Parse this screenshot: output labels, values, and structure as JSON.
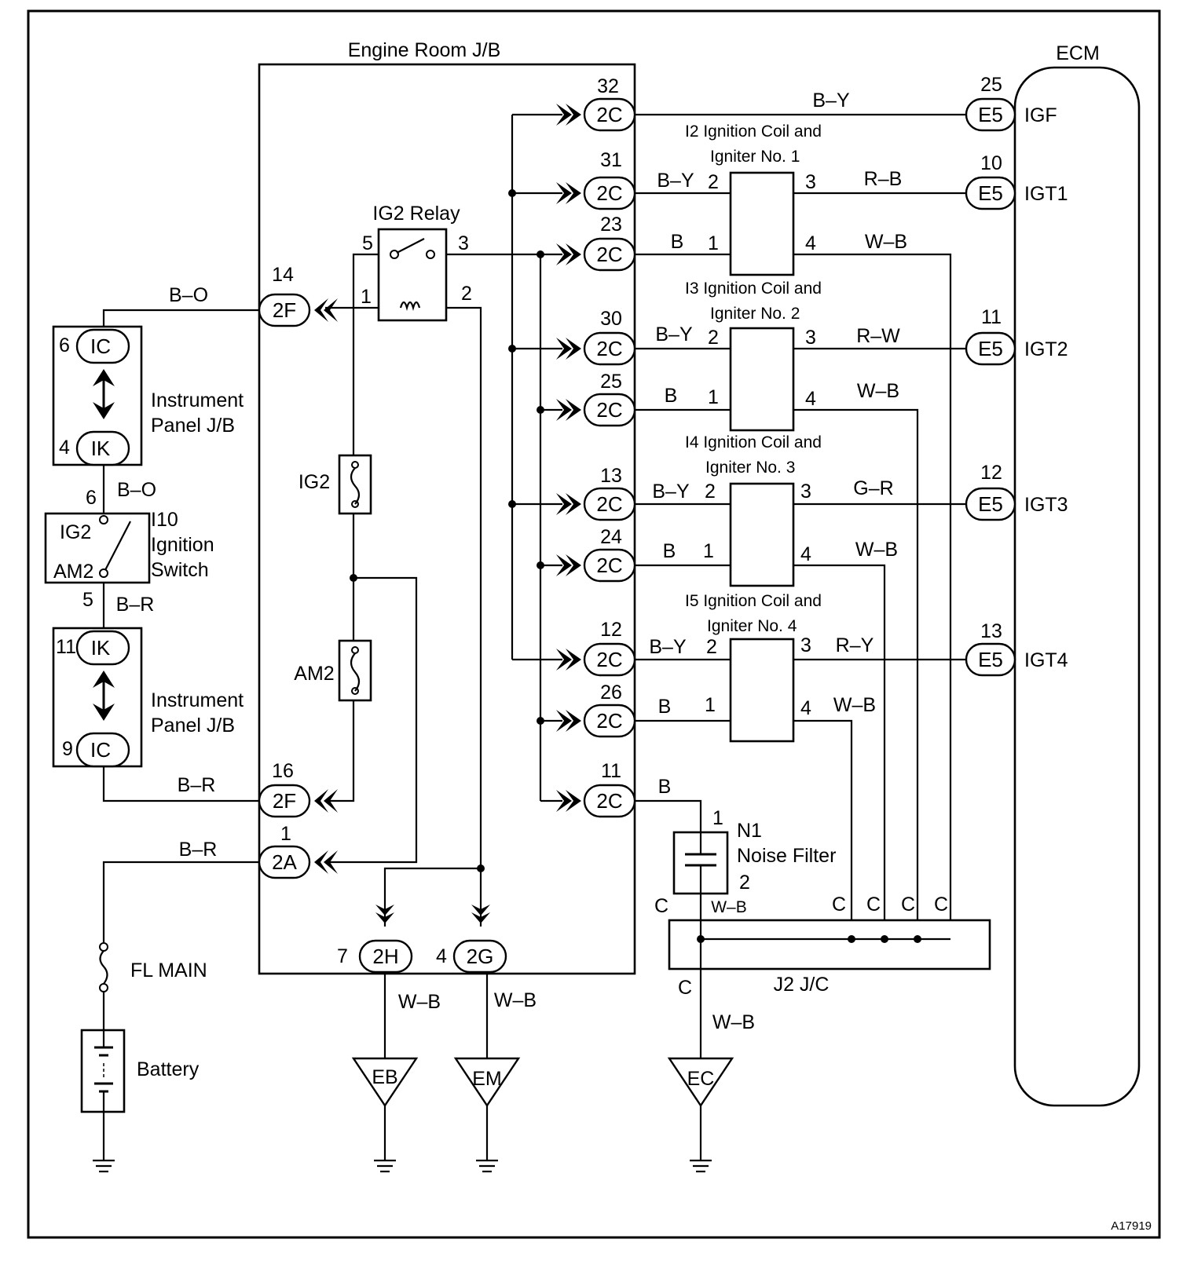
{
  "diagram_id": "A17919",
  "components": {
    "engine_room_jb": "Engine Room J/B",
    "ecm": "ECM",
    "ig2_relay": "IG2 Relay",
    "ig2_fuse": "IG2",
    "am2_fuse": "AM2",
    "instrument_panel_jb": [
      "Instrument",
      "Panel J/B"
    ],
    "ignition_switch": {
      "code": "I10",
      "lines": [
        "Ignition",
        "Switch"
      ],
      "ig2": "IG2",
      "am2": "AM2"
    },
    "fl_main": "FL MAIN",
    "battery": "Battery",
    "noise_filter": {
      "code": "N1",
      "name": "Noise Filter"
    },
    "j2_jc": "J2 J/C",
    "coils": [
      {
        "title": "I2  Ignition Coil and",
        "sub": "Igniter No. 1"
      },
      {
        "title": "I3  Ignition Coil and",
        "sub": "Igniter No. 2"
      },
      {
        "title": "I4  Ignition Coil and",
        "sub": "Igniter No. 3"
      },
      {
        "title": "I5  Ignition Coil and",
        "sub": "Igniter No. 4"
      }
    ]
  },
  "connectors": {
    "jb_2c": [
      {
        "pin": "32",
        "code": "2C"
      },
      {
        "pin": "31",
        "code": "2C"
      },
      {
        "pin": "23",
        "code": "2C"
      },
      {
        "pin": "30",
        "code": "2C"
      },
      {
        "pin": "25",
        "code": "2C"
      },
      {
        "pin": "13",
        "code": "2C"
      },
      {
        "pin": "24",
        "code": "2C"
      },
      {
        "pin": "12",
        "code": "2C"
      },
      {
        "pin": "26",
        "code": "2C"
      },
      {
        "pin": "11",
        "code": "2C"
      }
    ],
    "jb_left": [
      {
        "pin": "14",
        "code": "2F"
      },
      {
        "pin": "16",
        "code": "2F"
      },
      {
        "pin": "1",
        "code": "2A"
      }
    ],
    "jb_bottom": [
      {
        "pin": "7",
        "code": "2H"
      },
      {
        "pin": "4",
        "code": "2G"
      }
    ],
    "ipjb_top": [
      {
        "pin": "6",
        "code": "IC"
      },
      {
        "pin": "4",
        "code": "IK"
      }
    ],
    "ipjb_bottom": [
      {
        "pin": "11",
        "code": "IK"
      },
      {
        "pin": "9",
        "code": "IC"
      }
    ],
    "ecm": [
      {
        "pin": "25",
        "code": "E5",
        "signal": "IGF"
      },
      {
        "pin": "10",
        "code": "E5",
        "signal": "IGT1"
      },
      {
        "pin": "11",
        "code": "E5",
        "signal": "IGT2"
      },
      {
        "pin": "12",
        "code": "E5",
        "signal": "IGT3"
      },
      {
        "pin": "13",
        "code": "E5",
        "signal": "IGT4"
      }
    ]
  },
  "wires": {
    "igf": "B–Y",
    "coil_in": [
      "B–Y",
      "B–Y",
      "B–Y",
      "B–Y"
    ],
    "coil_b": [
      "B",
      "B",
      "B",
      "B"
    ],
    "coil_out": [
      "R–B",
      "R–W",
      "G–R",
      "R–Y"
    ],
    "coil_gnd": [
      "W–B",
      "W–B",
      "W–B",
      "W–B"
    ],
    "filter_in": "B",
    "bo_top": "B–O",
    "bo_mid": "B–O",
    "br_mid": "B–R",
    "br_jb": "B–R",
    "br_main": "B–R",
    "wb_2h": "W–B",
    "wb_2g": "W–B",
    "wb_filter": "W–B",
    "wb_ec": "W–B"
  },
  "pins": {
    "relay": [
      "5",
      "3",
      "1",
      "2"
    ],
    "coil": [
      "2",
      "3",
      "1",
      "4"
    ],
    "switch": [
      "6",
      "5"
    ],
    "filter": [
      "1",
      "2"
    ],
    "jc": [
      "C",
      "C",
      "C",
      "C",
      "C",
      "C"
    ]
  },
  "grounds": [
    "EB",
    "EM",
    "EC"
  ]
}
